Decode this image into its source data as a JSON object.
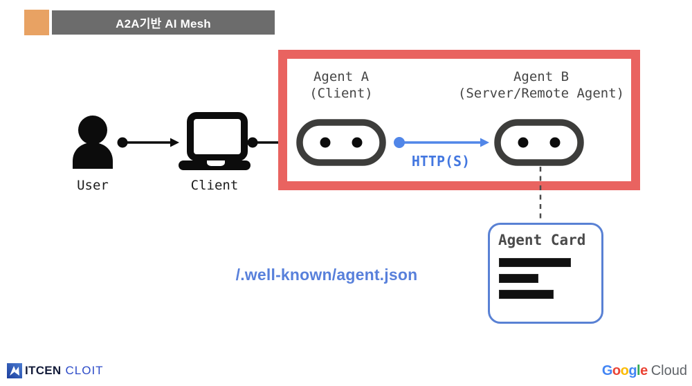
{
  "slide": {
    "title": "A2A기반 AI Mesh",
    "colors": {
      "accent_orange": "#E8A263",
      "banner_gray": "#6C6C6C",
      "box_red": "#E96360",
      "link_blue": "#5186E8",
      "card_border_blue": "#5981D4",
      "icon_dark": "#3D3D3B"
    }
  },
  "flow": {
    "user_label": "User",
    "client_label": "Client"
  },
  "a2a_box": {
    "agent_a_label": "Agent A\n(Client)",
    "agent_b_label": "Agent B\n(Server/Remote Agent)",
    "protocol_label": "HTTP(S)"
  },
  "agent_card": {
    "title": "Agent Card"
  },
  "annotation": {
    "well_known_path": "/.well-known/agent.json"
  },
  "footer": {
    "itcen": {
      "part1": "ITCEN",
      "part2": "CLOIT"
    },
    "google": {
      "letters": [
        {
          "ch": "G",
          "style": "color:#4285F4"
        },
        {
          "ch": "o",
          "style": "color:#EA4335"
        },
        {
          "ch": "o",
          "style": "color:#FBBC05"
        },
        {
          "ch": "g",
          "style": "color:#4285F4"
        },
        {
          "ch": "l",
          "style": "color:#34A853"
        },
        {
          "ch": "e",
          "style": "color:#EA4335"
        }
      ],
      "cloud": "Cloud"
    }
  }
}
